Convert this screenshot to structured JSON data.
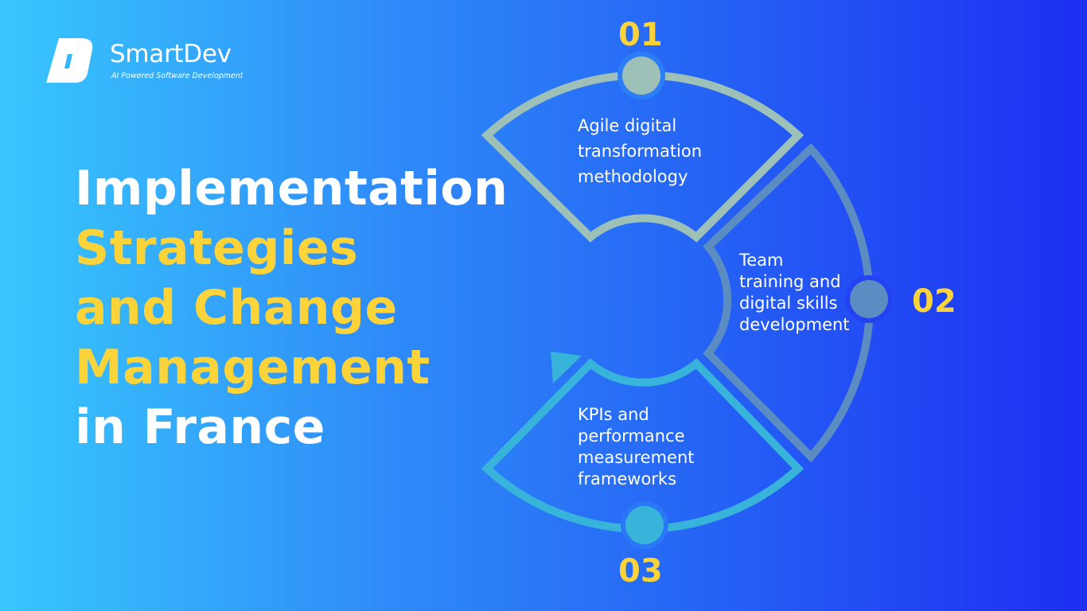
{
  "logo": {
    "brand": "SmartDev",
    "tagline": "AI Powered Software Development"
  },
  "title": {
    "line1": "Implementation",
    "line2": "Strategies",
    "line3": "and Change",
    "line4": "Management",
    "line5": "in France"
  },
  "steps": [
    {
      "number": "01",
      "lines": [
        "Agile digital",
        "transformation",
        "methodology"
      ],
      "color": "#9dc0b9"
    },
    {
      "number": "02",
      "lines": [
        "Team",
        "training and",
        "digital skills",
        "development"
      ],
      "color": "#5b8cc2"
    },
    {
      "number": "03",
      "lines": [
        "KPIs and",
        "performance",
        "measurement",
        "frameworks"
      ],
      "color": "#38b4da"
    }
  ],
  "colors": {
    "accent": "#fcd43a",
    "text": "#ffffff"
  }
}
